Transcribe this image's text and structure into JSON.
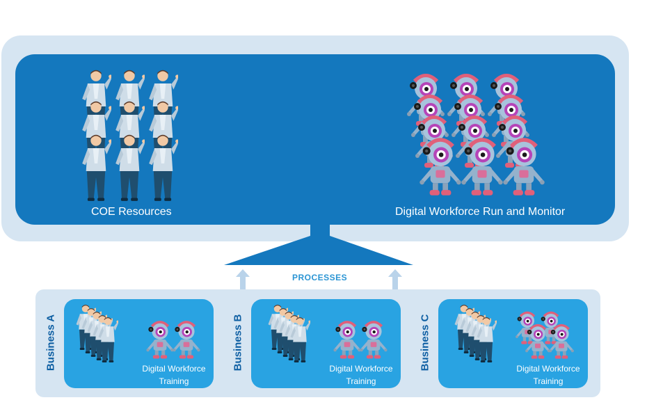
{
  "top": {
    "coe_label": "COE Resources",
    "digital_workforce_label": "Digital Workforce Run and Monitor"
  },
  "processes_label": "PROCESSES",
  "businesses": [
    {
      "label": "Business A",
      "training_line1": "Digital Workforce",
      "training_line2": "Training",
      "robot_count": 2
    },
    {
      "label": "Business B",
      "training_line1": "Digital Workforce",
      "training_line2": "Training",
      "robot_count": 2
    },
    {
      "label": "Business C",
      "training_line1": "Digital Workforce",
      "training_line2": "Training",
      "robot_count": 4
    }
  ],
  "colors": {
    "outer_bg": "#d6e5f2",
    "inner_bg": "#1478be",
    "business_box": "#29a3e2",
    "processes_text": "#2b95d4",
    "business_text": "#0e5fa3"
  },
  "icons": {
    "person": "person-icon",
    "robot": "robot-icon",
    "arrow": "up-arrow-icon"
  }
}
